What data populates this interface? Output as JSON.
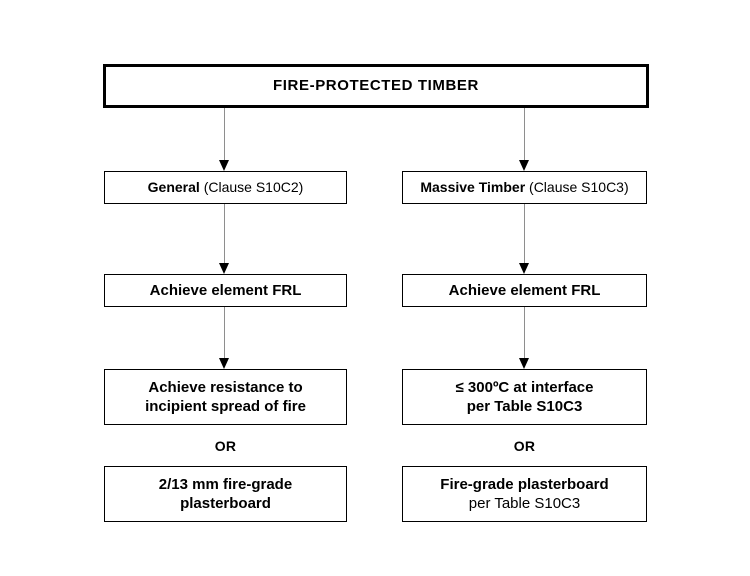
{
  "diagram": {
    "title_box": {
      "label": "FIRE-PROTECTED TIMBER"
    },
    "branches": {
      "left": {
        "pathway": {
          "name": "General",
          "clause": " (Clause S10C2)"
        },
        "frl": {
          "label": "Achieve element FRL"
        },
        "performance": {
          "line1": "Achieve resistance  to",
          "line2": "incipient spread of fire"
        },
        "or_label": "OR",
        "alternative": {
          "line1": "2/13 mm fire-grade",
          "line2": "plasterboard"
        }
      },
      "right": {
        "pathway": {
          "name": "Massive Timber",
          "clause": " (Clause S10C3)"
        },
        "frl": {
          "label": "Achieve element FRL"
        },
        "performance": {
          "line1": "≤ 300ºC at interface",
          "line2": "per Table S10C3"
        },
        "or_label": "OR",
        "alternative": {
          "line1": "Fire-grade plasterboard",
          "line2": "per Table S10C3"
        }
      }
    },
    "colors": {
      "box_border": "#000000",
      "connector_line": "#8e8e8e",
      "arrow_head": "#000000",
      "text": "#000000",
      "background": "#ffffff"
    }
  }
}
